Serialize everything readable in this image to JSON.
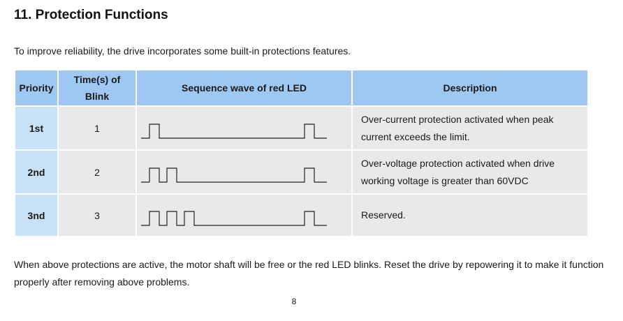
{
  "section": {
    "heading": "11. Protection Functions",
    "intro": "To improve reliability, the drive incorporates some built-in protections features."
  },
  "table": {
    "headers": {
      "priority": "Priority",
      "blink_line1": "Time(s) of",
      "blink_line2": "Blink",
      "wave": "Sequence wave of red LED",
      "description": "Description"
    },
    "rows": [
      {
        "priority": "1st",
        "blinks": "1",
        "pulse_count": 1,
        "description": "Over-current protection activated when peak current exceeds the limit."
      },
      {
        "priority": "2nd",
        "blinks": "2",
        "pulse_count": 2,
        "description": "Over-voltage protection activated when drive working voltage is greater than 60VDC"
      },
      {
        "priority": "3nd",
        "blinks": "3",
        "pulse_count": 3,
        "description": "Reserved."
      }
    ]
  },
  "footer": {
    "note": "When above protections are active, the motor shaft will be free or the red LED blinks. Reset the drive by repowering it to make it function properly after removing above problems.",
    "page_number": "8"
  },
  "colors": {
    "header_bg": "#9ec8f2",
    "priority_bg": "#c9e1f7",
    "cell_bg": "#e9e9e9",
    "wave_stroke": "#222222"
  }
}
